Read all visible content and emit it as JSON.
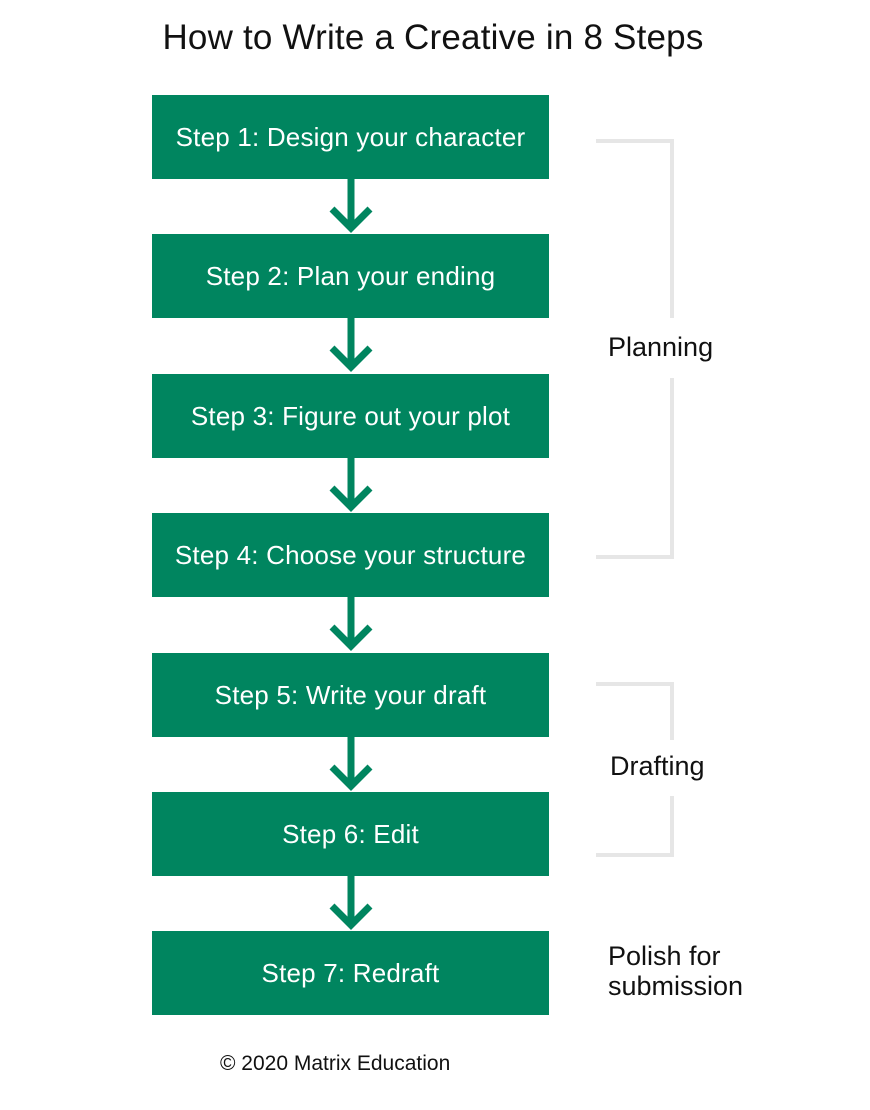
{
  "title": "How to Write a Creative in 8 Steps",
  "steps": [
    {
      "label": "Step 1: Design your character"
    },
    {
      "label": "Step 2: Plan your ending"
    },
    {
      "label": "Step 3: Figure out your plot"
    },
    {
      "label": "Step 4: Choose your structure"
    },
    {
      "label": "Step 5: Write your draft"
    },
    {
      "label": "Step 6: Edit"
    },
    {
      "label": "Step 7: Redraft"
    }
  ],
  "groups": [
    {
      "lines": [
        "Planning"
      ],
      "steps": [
        1,
        2,
        3,
        4
      ]
    },
    {
      "lines": [
        "Drafting"
      ],
      "steps": [
        5,
        6
      ]
    },
    {
      "lines": [
        "Polish for",
        "submission"
      ],
      "steps": [
        7
      ]
    }
  ],
  "footer": "© 2020 Matrix Education",
  "colors": {
    "step_fill": "#00855f",
    "step_text": "#ffffff",
    "bracket": "#e6e6e6",
    "text": "#111111"
  }
}
